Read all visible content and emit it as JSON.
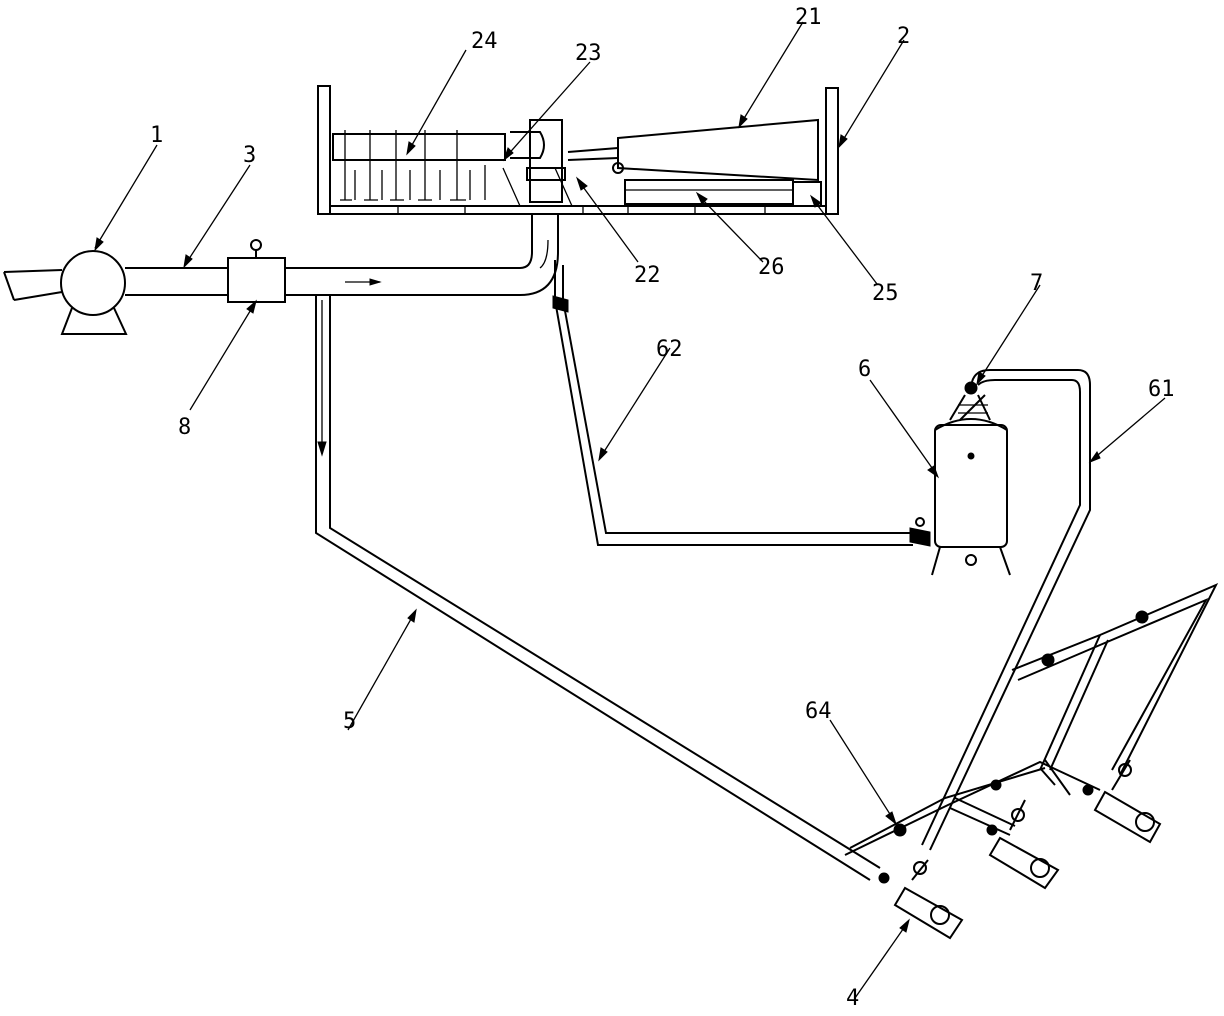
{
  "labels": {
    "l1": "1",
    "l2": "2",
    "l3": "3",
    "l4": "4",
    "l5": "5",
    "l6": "6",
    "l7": "7",
    "l8": "8",
    "l21": "21",
    "l22": "22",
    "l23": "23",
    "l24": "24",
    "l25": "25",
    "l26": "26",
    "l61": "61",
    "l62": "62",
    "l64": "64"
  }
}
